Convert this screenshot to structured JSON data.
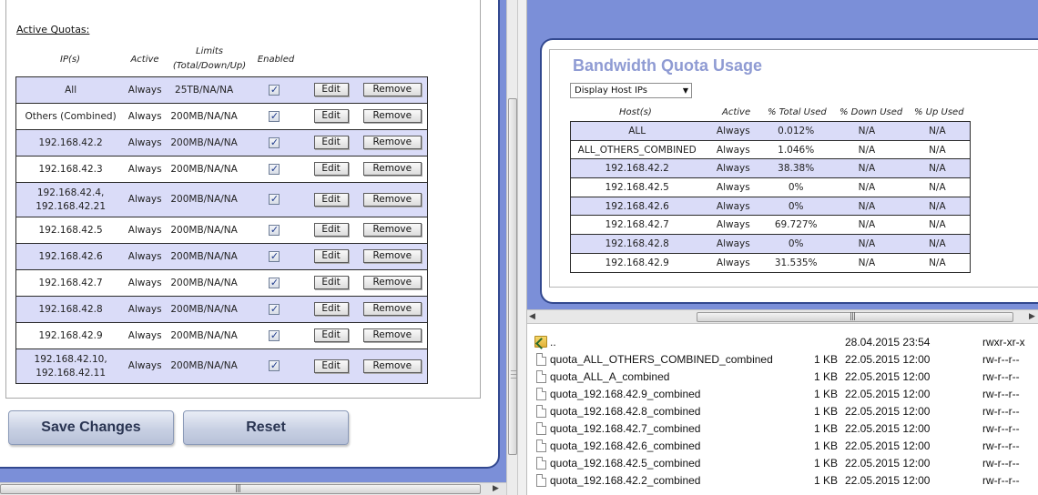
{
  "quotas": {
    "section_title": "Active Quotas:",
    "headers": {
      "ips": "IP(s)",
      "active": "Active",
      "limits": "Limits",
      "limits_sub": "(Total/Down/Up)",
      "enabled": "Enabled"
    },
    "edit_label": "Edit",
    "remove_label": "Remove",
    "rows": [
      {
        "ip": "All",
        "active": "Always",
        "limit": "25TB/NA/NA",
        "enabled": true
      },
      {
        "ip": "Others (Combined)",
        "active": "Always",
        "limit": "200MB/NA/NA",
        "enabled": true
      },
      {
        "ip": "192.168.42.2",
        "active": "Always",
        "limit": "200MB/NA/NA",
        "enabled": true
      },
      {
        "ip": "192.168.42.3",
        "active": "Always",
        "limit": "200MB/NA/NA",
        "enabled": true
      },
      {
        "ip": "192.168.42.4,",
        "ip2": "192.168.42.21",
        "active": "Always",
        "limit": "200MB/NA/NA",
        "enabled": true
      },
      {
        "ip": "192.168.42.5",
        "active": "Always",
        "limit": "200MB/NA/NA",
        "enabled": true
      },
      {
        "ip": "192.168.42.6",
        "active": "Always",
        "limit": "200MB/NA/NA",
        "enabled": true
      },
      {
        "ip": "192.168.42.7",
        "active": "Always",
        "limit": "200MB/NA/NA",
        "enabled": true
      },
      {
        "ip": "192.168.42.8",
        "active": "Always",
        "limit": "200MB/NA/NA",
        "enabled": true
      },
      {
        "ip": "192.168.42.9",
        "active": "Always",
        "limit": "200MB/NA/NA",
        "enabled": true
      },
      {
        "ip": "192.168.42.10,",
        "ip2": "192.168.42.11",
        "active": "Always",
        "limit": "200MB/NA/NA",
        "enabled": true
      }
    ],
    "save_label": "Save Changes",
    "reset_label": "Reset"
  },
  "bandwidth": {
    "title": "Bandwidth Quota Usage",
    "select_value": "Display Host IPs",
    "headers": {
      "host": "Host(s)",
      "active": "Active",
      "total": "% Total Used",
      "down": "% Down Used",
      "up": "% Up Used"
    },
    "rows": [
      {
        "host": "ALL",
        "active": "Always",
        "total": "0.012%",
        "down": "N/A",
        "up": "N/A"
      },
      {
        "host": "ALL_OTHERS_COMBINED",
        "active": "Always",
        "total": "1.046%",
        "down": "N/A",
        "up": "N/A"
      },
      {
        "host": "192.168.42.2",
        "active": "Always",
        "total": "38.38%",
        "down": "N/A",
        "up": "N/A"
      },
      {
        "host": "192.168.42.5",
        "active": "Always",
        "total": "0%",
        "down": "N/A",
        "up": "N/A"
      },
      {
        "host": "192.168.42.6",
        "active": "Always",
        "total": "0%",
        "down": "N/A",
        "up": "N/A"
      },
      {
        "host": "192.168.42.7",
        "active": "Always",
        "total": "69.727%",
        "down": "N/A",
        "up": "N/A"
      },
      {
        "host": "192.168.42.8",
        "active": "Always",
        "total": "0%",
        "down": "N/A",
        "up": "N/A"
      },
      {
        "host": "192.168.42.9",
        "active": "Always",
        "total": "31.535%",
        "down": "N/A",
        "up": "N/A"
      }
    ]
  },
  "files": [
    {
      "name": "..",
      "size": "",
      "date": "28.04.2015 23:54",
      "perm": "rwxr-xr-x",
      "icon": "folder-up-icon"
    },
    {
      "name": "quota_ALL_OTHERS_COMBINED_combined",
      "size": "1 KB",
      "date": "22.05.2015 12:00",
      "perm": "rw-r--r--",
      "icon": "file-icon"
    },
    {
      "name": "quota_ALL_A_combined",
      "size": "1 KB",
      "date": "22.05.2015 12:00",
      "perm": "rw-r--r--",
      "icon": "file-icon"
    },
    {
      "name": "quota_192.168.42.9_combined",
      "size": "1 KB",
      "date": "22.05.2015 12:00",
      "perm": "rw-r--r--",
      "icon": "file-icon"
    },
    {
      "name": "quota_192.168.42.8_combined",
      "size": "1 KB",
      "date": "22.05.2015 12:00",
      "perm": "rw-r--r--",
      "icon": "file-icon"
    },
    {
      "name": "quota_192.168.42.7_combined",
      "size": "1 KB",
      "date": "22.05.2015 12:00",
      "perm": "rw-r--r--",
      "icon": "file-icon"
    },
    {
      "name": "quota_192.168.42.6_combined",
      "size": "1 KB",
      "date": "22.05.2015 12:00",
      "perm": "rw-r--r--",
      "icon": "file-icon"
    },
    {
      "name": "quota_192.168.42.5_combined",
      "size": "1 KB",
      "date": "22.05.2015 12:00",
      "perm": "rw-r--r--",
      "icon": "file-icon"
    },
    {
      "name": "quota_192.168.42.2_combined",
      "size": "1 KB",
      "date": "22.05.2015 12:00",
      "perm": "rw-r--r--",
      "icon": "file-icon"
    }
  ],
  "colors": {
    "accent": "#7b8fd8",
    "frame": "#32488f",
    "row_shade": "#dadcf8",
    "title": "#8f9bd3"
  }
}
